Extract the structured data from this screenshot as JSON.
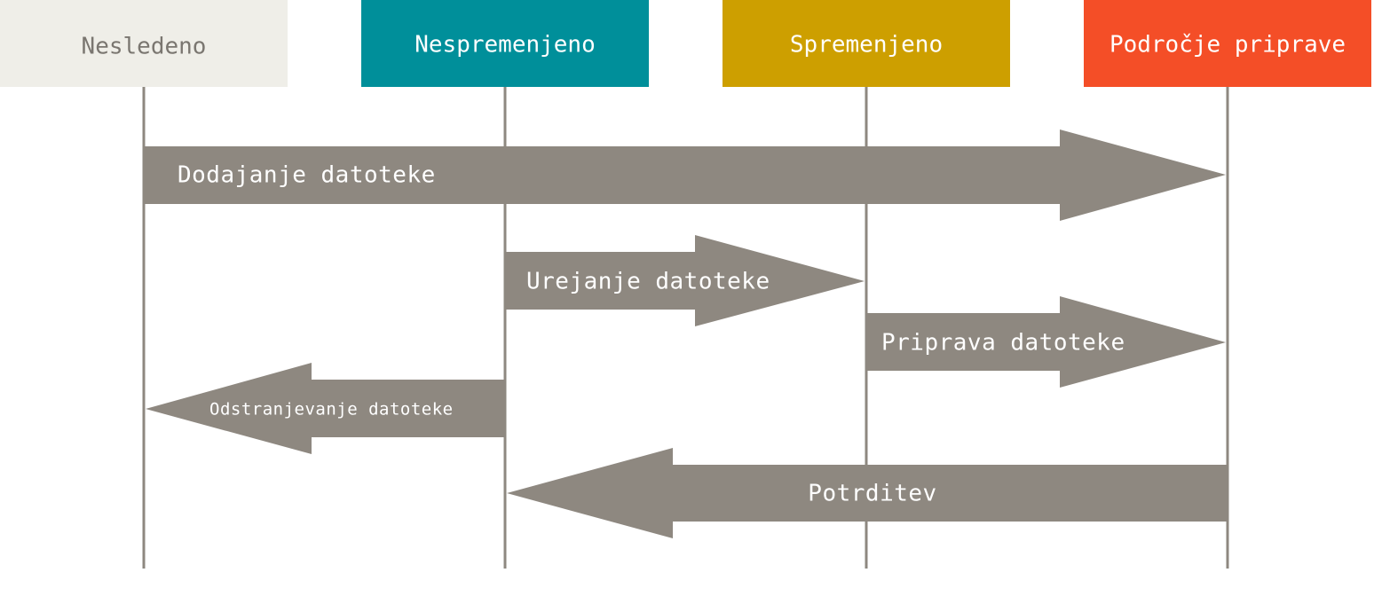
{
  "states": [
    {
      "id": "untracked",
      "label": "Nesledeno",
      "color": "#efeee8",
      "text_color": "#7a7670"
    },
    {
      "id": "unmodified",
      "label": "Nespremenjeno",
      "color": "#008f9a",
      "text_color": "#ffffff"
    },
    {
      "id": "modified",
      "label": "Spremenjeno",
      "color": "#cd9f00",
      "text_color": "#ffffff"
    },
    {
      "id": "staged",
      "label": "Področje priprave",
      "color": "#f44e27",
      "text_color": "#ffffff"
    }
  ],
  "transitions": [
    {
      "label": "Dodajanje datoteke",
      "from": "untracked",
      "to": "staged"
    },
    {
      "label": "Urejanje datoteke",
      "from": "unmodified",
      "to": "modified"
    },
    {
      "label": "Priprava datoteke",
      "from": "modified",
      "to": "staged"
    },
    {
      "label": "Odstranjevanje datoteke",
      "from": "unmodified",
      "to": "untracked"
    },
    {
      "label": "Potrditev",
      "from": "staged",
      "to": "unmodified"
    }
  ],
  "colors": {
    "arrow": "#8e8880",
    "lifeline": "#8e8880",
    "background": "#ffffff"
  }
}
